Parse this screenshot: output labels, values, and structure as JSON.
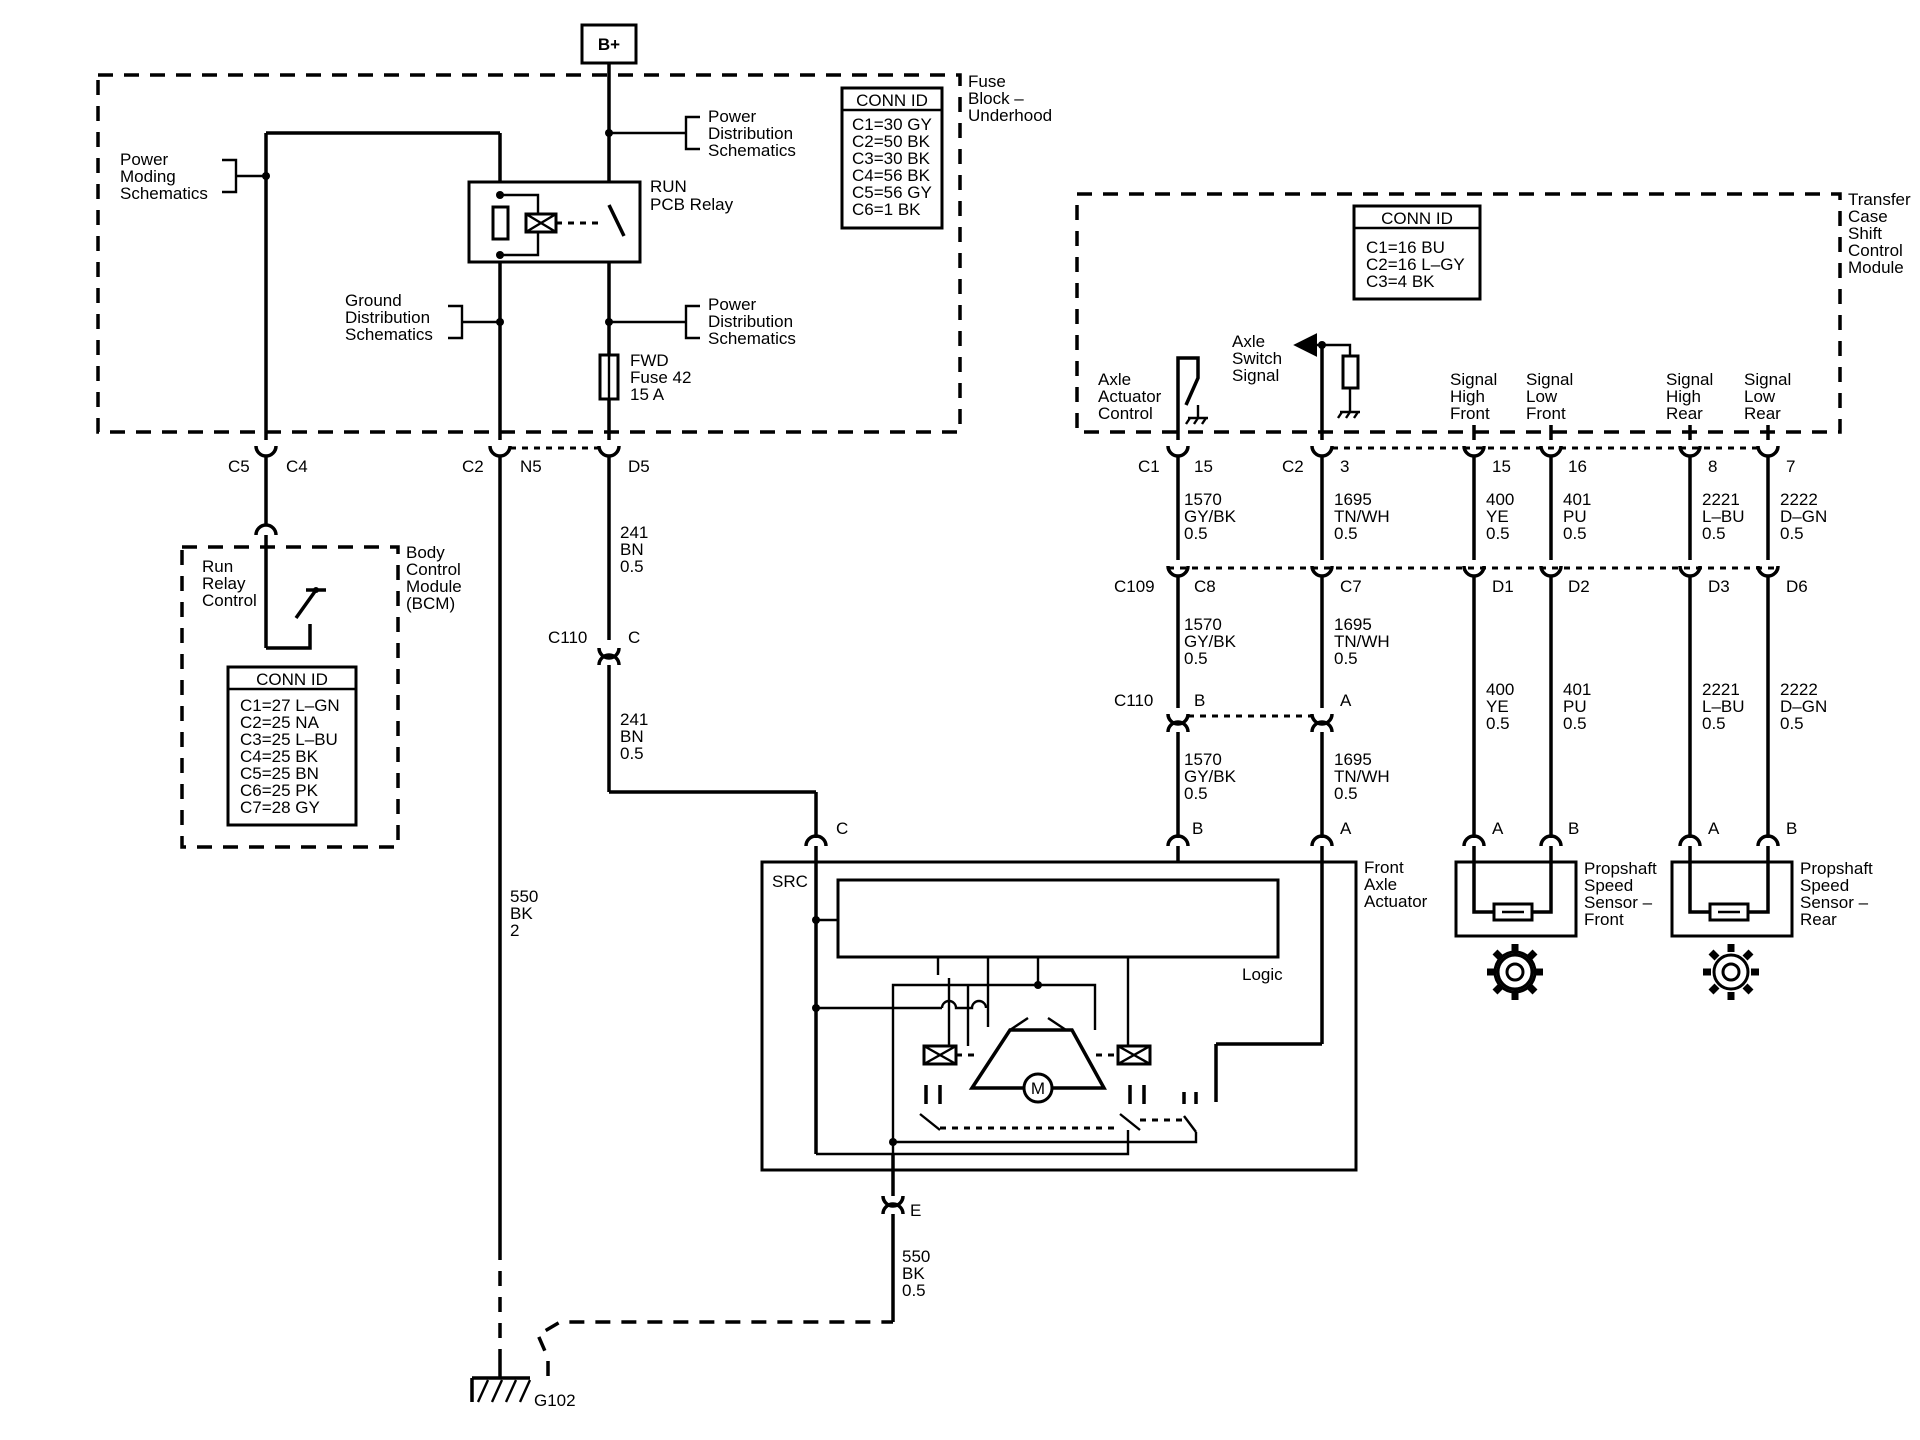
{
  "supply": {
    "b_plus": "B+"
  },
  "fuse_block": {
    "name": [
      "Fuse",
      "Block –",
      "Underhood"
    ],
    "conn_title": "CONN ID",
    "conn_list": [
      "C1=30 GY",
      "C2=50 BK",
      "C3=30 BK",
      "C4=56 BK",
      "C5=56 GY",
      "C6=1 BK"
    ],
    "power_moding": [
      "Power",
      "Moding",
      "Schematics"
    ],
    "power_dist_1": [
      "Power",
      "Distribution",
      "Schematics"
    ],
    "power_dist_2": [
      "Power",
      "Distribution",
      "Schematics"
    ],
    "ground_dist": [
      "Ground",
      "Distribution",
      "Schematics"
    ],
    "relay": [
      "RUN",
      "PCB Relay"
    ],
    "fuse": [
      "FWD",
      "Fuse 42",
      "15 A"
    ],
    "connectors": {
      "c5": "C5",
      "c4": "C4",
      "c2": "C2",
      "n5": "N5",
      "d5": "D5"
    }
  },
  "bcm": {
    "name": [
      "Body",
      "Control",
      "Module",
      "(BCM)"
    ],
    "run_relay": [
      "Run",
      "Relay",
      "Control"
    ],
    "conn_title": "CONN ID",
    "conn_list": [
      "C1=27 L–GN",
      "C2=25 NA",
      "C3=25 L–BU",
      "C4=25 BK",
      "C5=25 BN",
      "C6=25 PK",
      "C7=28 GY"
    ]
  },
  "wires": {
    "w241_a": [
      "241",
      "BN",
      "0.5"
    ],
    "w241_b": [
      "241",
      "BN",
      "0.5"
    ],
    "w550_main": [
      "550",
      "BK",
      "2"
    ],
    "w550_e": [
      "550",
      "BK",
      "0.5"
    ],
    "w1570_a": [
      "1570",
      "GY/BK",
      "0.5"
    ],
    "w1570_b": [
      "1570",
      "GY/BK",
      "0.5"
    ],
    "w1570_c": [
      "1570",
      "GY/BK",
      "0.5"
    ],
    "w1695_a": [
      "1695",
      "TN/WH",
      "0.5"
    ],
    "w1695_b": [
      "1695",
      "TN/WH",
      "0.5"
    ],
    "w1695_c": [
      "1695",
      "TN/WH",
      "0.5"
    ],
    "w400_a": [
      "400",
      "YE",
      "0.5"
    ],
    "w400_b": [
      "400",
      "YE",
      "0.5"
    ],
    "w401_a": [
      "401",
      "PU",
      "0.5"
    ],
    "w401_b": [
      "401",
      "PU",
      "0.5"
    ],
    "w2221_a": [
      "2221",
      "L–BU",
      "0.5"
    ],
    "w2221_b": [
      "2221",
      "L–BU",
      "0.5"
    ],
    "w2222_a": [
      "2222",
      "D–GN",
      "0.5"
    ],
    "w2222_b": [
      "2222",
      "D–GN",
      "0.5"
    ]
  },
  "inline": {
    "c110": "C110",
    "c110_c": "C",
    "c110_2": "C110",
    "c110_b": "B",
    "c110_a": "A",
    "c109": "C109",
    "c8": "C8",
    "c7": "C7",
    "d1": "D1",
    "d2": "D2",
    "d3": "D3",
    "d6": "D6"
  },
  "tcscm": {
    "name": [
      "Transfer",
      "Case",
      "Shift",
      "Control",
      "Module"
    ],
    "conn_title": "CONN ID",
    "conn_list": [
      "C1=16 BU",
      "C2=16 L–GY",
      "C3=4 BK"
    ],
    "axle_actuator": [
      "Axle",
      "Actuator",
      "Control"
    ],
    "axle_switch": [
      "Axle",
      "Switch",
      "Signal"
    ],
    "sig_high_front": [
      "Signal",
      "High",
      "Front"
    ],
    "sig_low_front": [
      "Signal",
      "Low",
      "Front"
    ],
    "sig_high_rear": [
      "Signal",
      "High",
      "Rear"
    ],
    "sig_low_rear": [
      "Signal",
      "Low",
      "Rear"
    ],
    "pins": {
      "c1": "C1",
      "p15a": "15",
      "c2": "C2",
      "p3": "3",
      "p15b": "15",
      "p16": "16",
      "p8": "8",
      "p7": "7"
    }
  },
  "actuator": {
    "name": [
      "Front",
      "Axle",
      "Actuator"
    ],
    "src": "SRC",
    "logic": "Logic",
    "motor": "M",
    "pin_c": "C",
    "pin_b": "B",
    "pin_a": "A",
    "pin_e": "E"
  },
  "sensor_front": {
    "name": [
      "Propshaft",
      "Speed",
      "Sensor –",
      "Front"
    ],
    "pin_a": "A",
    "pin_b": "B"
  },
  "sensor_rear": {
    "name": [
      "Propshaft",
      "Speed",
      "Sensor –",
      "Rear"
    ],
    "pin_a": "A",
    "pin_b": "B"
  },
  "ground": {
    "g102": "G102"
  }
}
